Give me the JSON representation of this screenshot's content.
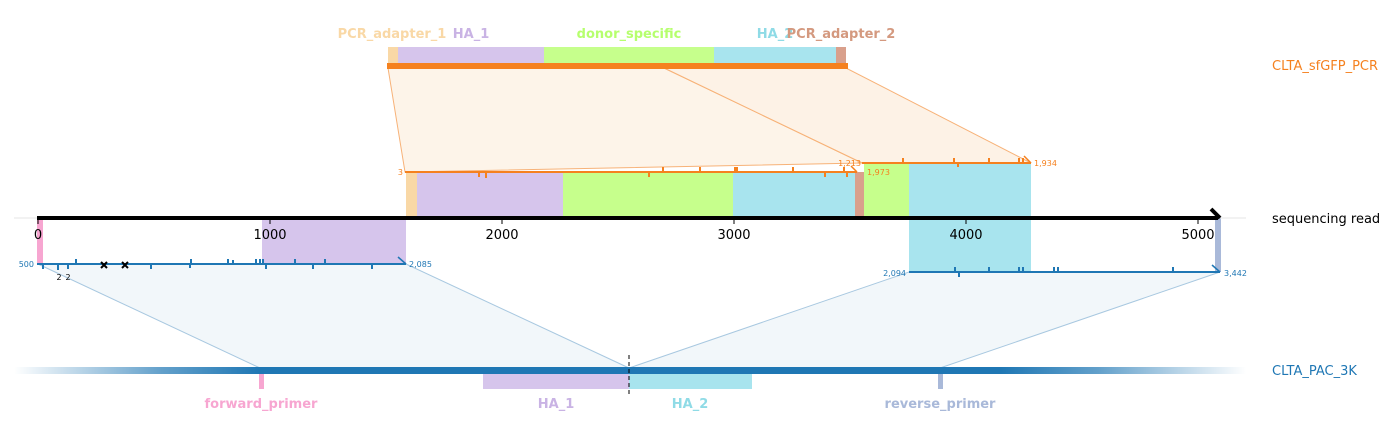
{
  "colors": {
    "pcr": "#f5811f",
    "seq": "#1f77b4",
    "pcr_adapter_1": "#f9d8a6",
    "pcr_adapter_2": "#d9a08c",
    "ha_1": "#d6c5ec",
    "donor_specific": "#c6ff8c",
    "ha_2": "#a8e4ee",
    "forward_primer": "#f7a6d1",
    "reverse_primer": "#a9b9d9"
  },
  "top_features": [
    {
      "name": "PCR_adapter_1",
      "color": "#f9d8a6"
    },
    {
      "name": "HA_1",
      "color": "#c9b3e4"
    },
    {
      "name": "donor_specific",
      "color": "#b6ff6e"
    },
    {
      "name": "HA_2",
      "color": "#8fdbe6"
    },
    {
      "name": "PCR_adapter_2",
      "color": "#d4997f"
    }
  ],
  "references": {
    "pcr": "CLTA_sfGFP_PCR",
    "read": "sequencing read",
    "genome": "CLTA_PAC_3K"
  },
  "read_axis": {
    "ticks": [
      "0",
      "1000",
      "2000",
      "3000",
      "4000",
      "5000"
    ],
    "length": 5100
  },
  "pcr_alignment": {
    "segment_1": {
      "read_start": 1595,
      "read_end": 3555,
      "ref_start_label": "3",
      "ref_end_label": "1,973"
    },
    "segment_2": {
      "read_start": 3555,
      "read_end": 4280,
      "ref_start_label": "1,213",
      "ref_end_label": "1,934"
    }
  },
  "genome_alignment": {
    "segment_1": {
      "read_start": 0,
      "read_end": 1595,
      "ref_start_label": "500",
      "ref_end_label": "2,085",
      "small_labels": [
        "2",
        "2"
      ]
    },
    "segment_2": {
      "read_start": 3755,
      "read_end": 5100,
      "ref_start_label": "2,094",
      "ref_end_label": "3,442"
    }
  },
  "bottom_features": [
    {
      "name": "forward_primer",
      "color": "#f7a6d1"
    },
    {
      "name": "HA_1",
      "color": "#c9b3e4"
    },
    {
      "name": "HA_2",
      "color": "#8fdbe6"
    },
    {
      "name": "reverse_primer",
      "color": "#a9b9d9"
    }
  ]
}
